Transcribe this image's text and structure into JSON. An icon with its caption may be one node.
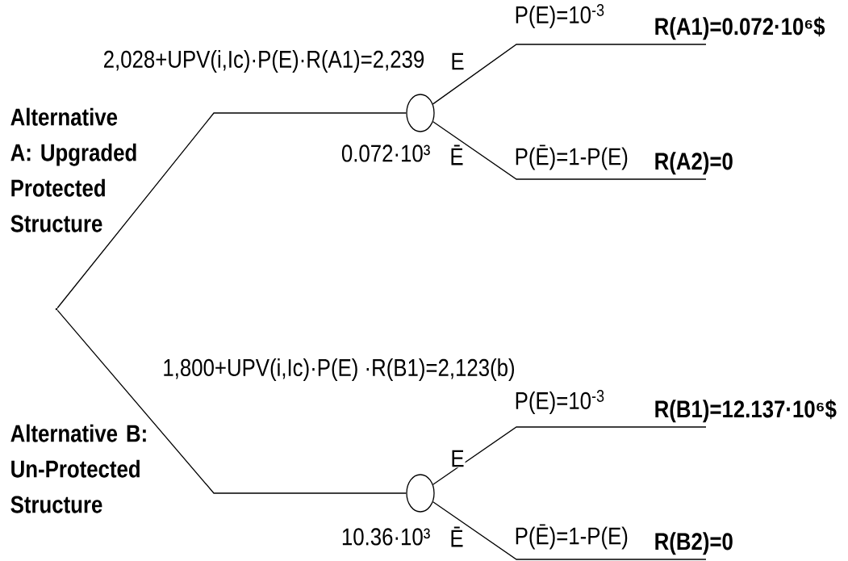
{
  "diagram": {
    "nodes": [
      {
        "text": [],
        "shape": "point"
      },
      {
        "text": [],
        "shape": "circle",
        "beside": [
          "0.072·10³"
        ]
      },
      {
        "text": [
          "R(A1)=0.072·10⁶$"
        ]
      },
      {
        "text": [
          "R(A2)=0"
        ]
      },
      {
        "text": [],
        "shape": "circle",
        "beside": [
          "10.36·10³"
        ]
      },
      {
        "text": [
          "R(B1)=12.137·10⁶$"
        ]
      },
      {
        "text": [
          "R(B2)=0"
        ]
      }
    ],
    "edges": [
      {
        "from": 0,
        "to": 1,
        "arrow": "none",
        "label": "2,028+UPV(i,Ic)·P(E)·R(A1)=2,239"
      },
      {
        "from": 1,
        "to": 2,
        "arrow": "none",
        "label": "E"
      },
      {
        "from": 1,
        "to": 3,
        "arrow": "none",
        "label": "Ē"
      },
      {
        "from": 0,
        "to": 4,
        "arrow": "none",
        "label": "1,800+UPV(i,Ic)·P(E) ·R(B1)=2,123(b)"
      },
      {
        "from": 4,
        "to": 5,
        "arrow": "none",
        "label": "E"
      },
      {
        "from": 4,
        "to": 6,
        "arrow": "none",
        "label": "Ē"
      }
    ],
    "labels": [
      "Alternative A: Upgraded Protected Structure",
      "P(E)=10$^{-3}$",
      "P(Ē)=1-P(E)",
      "Alternative B: Un-Protected Structure",
      "P(E)=10$^{-3}$",
      "P(Ē)=1-P(E)"
    ]
  }
}
